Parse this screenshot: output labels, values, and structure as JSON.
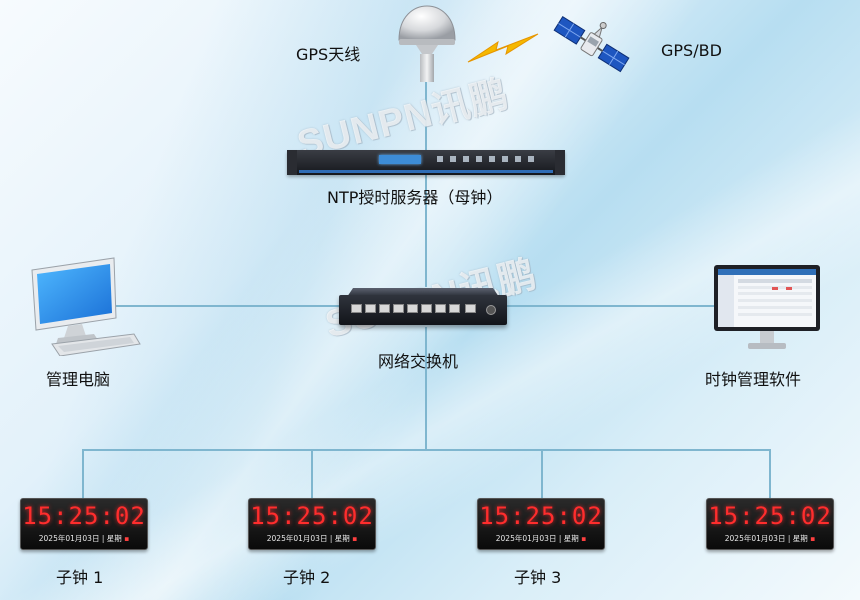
{
  "labels": {
    "gps_antenna": "GPS天线",
    "satellite": "GPS/BD",
    "ntp_server": "NTP授时服务器（母钟）",
    "switch": "网络交换机",
    "pc": "管理电脑",
    "software": "时钟管理软件"
  },
  "watermark": "SUNPN讯鹏",
  "clocks": [
    {
      "time": "15:25:02",
      "date": "2025年01月03日",
      "weekday": "星期",
      "label": "子钟 1"
    },
    {
      "time": "15:25:02",
      "date": "2025年01月03日",
      "weekday": "星期",
      "label": "子钟 2"
    },
    {
      "time": "15:25:02",
      "date": "2025年01月03日",
      "weekday": "星期",
      "label": "子钟 3"
    },
    {
      "time": "15:25:02",
      "date": "2025年01月03日",
      "weekday": "星期",
      "label": ""
    }
  ],
  "colors": {
    "connector": "#7fb6cf",
    "clock_digits": "#ff2d2d",
    "lightning": "#f5b800"
  }
}
